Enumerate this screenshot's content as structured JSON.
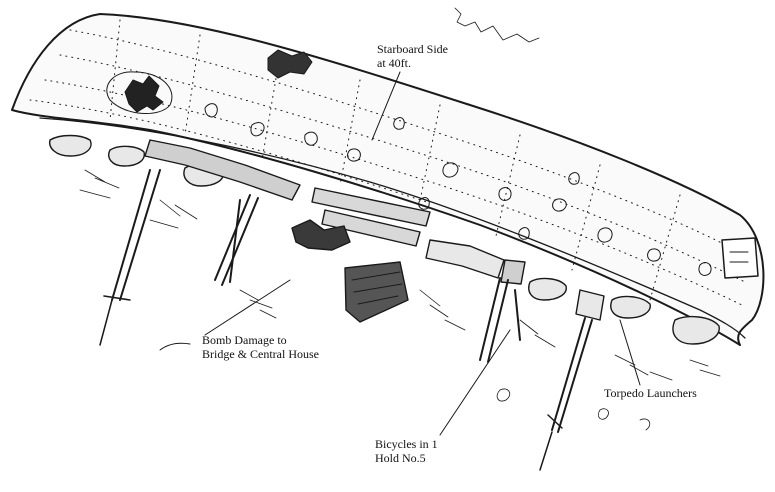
{
  "labels": {
    "starboard_line1": "Starboard Side",
    "starboard_line2": "at 40ft.",
    "bomb_line1": "Bomb Damage to",
    "bomb_line2": "Bridge & Central House",
    "bicycles_line1": "Bicycles in 1",
    "bicycles_line2": "Hold No.5",
    "torpedo": "Torpedo Launchers"
  }
}
